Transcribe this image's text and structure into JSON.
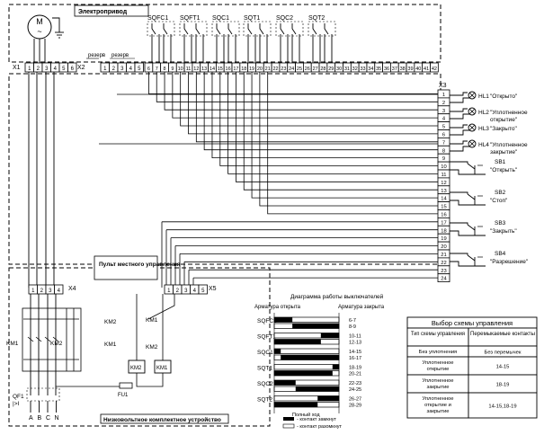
{
  "sections": {
    "drive": "Электропривод",
    "local_panel": "Пульт местного управления",
    "lv_device": "Низковольтное комплектное устройство"
  },
  "motor": {
    "label": "M",
    "symbol": "~"
  },
  "reserve_labels": [
    "резерв",
    "резерв"
  ],
  "terminals": {
    "x1": {
      "label": "X1",
      "nums": [
        "1",
        "2",
        "3",
        "4",
        "5",
        "6"
      ]
    },
    "x2": {
      "label": "X2",
      "nums": [
        "1",
        "2",
        "3",
        "4",
        "5"
      ]
    },
    "x3_strip": [
      "6",
      "7",
      "8",
      "9",
      "10",
      "11",
      "12",
      "13",
      "14",
      "15",
      "16",
      "17",
      "18",
      "19",
      "20",
      "21",
      "22",
      "23",
      "24",
      "25",
      "26",
      "27",
      "28",
      "29",
      "30",
      "31",
      "32",
      "33",
      "34",
      "35",
      "36",
      "37",
      "38",
      "39",
      "40",
      "41",
      "42"
    ],
    "x3": {
      "label": "X3",
      "nums": [
        "1",
        "2",
        "3",
        "4",
        "5",
        "6",
        "7",
        "8",
        "9",
        "10",
        "11",
        "12",
        "13",
        "14",
        "15",
        "16",
        "17",
        "18",
        "19",
        "20",
        "21",
        "22",
        "23",
        "24"
      ]
    },
    "x4": {
      "label": "X4",
      "nums": [
        "1",
        "2",
        "3",
        "4"
      ]
    },
    "x5": {
      "label": "X5",
      "nums": [
        "1",
        "2",
        "3",
        "4",
        "5"
      ]
    }
  },
  "switches": [
    "SQFC1",
    "SQFT1",
    "SQC1",
    "SQT1",
    "SQC2",
    "SQT2"
  ],
  "lamps": [
    {
      "code": "HL1",
      "text": [
        "\"Открыто\""
      ]
    },
    {
      "code": "HL2",
      "text": [
        "\"Уплотненное",
        "открытие\""
      ]
    },
    {
      "code": "HL3",
      "text": [
        "\"Закрыто\""
      ]
    },
    {
      "code": "HL4",
      "text": [
        "\"Уплотненное",
        "закрытие\""
      ]
    }
  ],
  "buttons": [
    {
      "code": "SB1",
      "text": "\"Открыть\""
    },
    {
      "code": "SB2",
      "text": "\"Стоп\""
    },
    {
      "code": "SB3",
      "text": "\"Закрыть\""
    },
    {
      "code": "SB4",
      "text": "\"Разрешение\""
    }
  ],
  "lv": {
    "km": [
      "KM1",
      "KM2",
      "KM2",
      "KM1",
      "KM1",
      "KM2",
      "KM2",
      "KM1"
    ],
    "fuse": "FU1",
    "breaker": [
      "QF1",
      "|>I"
    ],
    "phases": [
      "A",
      "B",
      "C",
      "N"
    ]
  },
  "switch_diagram": {
    "title": "Диаграмма работы выключателей",
    "open_end": "Арматура открыта",
    "close_end": "Арматура закрыта",
    "travel": "Полный ход",
    "rows": [
      {
        "name": "SQFC1",
        "contacts": [
          {
            "pins": "6-7",
            "segs": [
              [
                0,
                0.28
              ]
            ]
          },
          {
            "pins": "8-9",
            "segs": [
              [
                0.28,
                1.0
              ]
            ]
          }
        ]
      },
      {
        "name": "SQFT1",
        "contacts": [
          {
            "pins": "10-11",
            "segs": [
              [
                0.72,
                1.0
              ]
            ]
          },
          {
            "pins": "12-13",
            "segs": [
              [
                0,
                0.72
              ]
            ]
          }
        ]
      },
      {
        "name": "SQC1",
        "contacts": [
          {
            "pins": "14-15",
            "segs": [
              [
                0,
                0.1
              ]
            ]
          },
          {
            "pins": "16-17",
            "segs": [
              [
                0.1,
                1.0
              ]
            ]
          }
        ]
      },
      {
        "name": "SQT1",
        "contacts": [
          {
            "pins": "18-19",
            "segs": [
              [
                0.9,
                1.0
              ]
            ]
          },
          {
            "pins": "20-21",
            "segs": [
              [
                0,
                0.9
              ]
            ]
          }
        ]
      },
      {
        "name": "SQC2",
        "contacts": [
          {
            "pins": "22-23",
            "segs": [
              [
                0,
                0.33
              ]
            ]
          },
          {
            "pins": "24-25",
            "segs": [
              [
                0.33,
                1.0
              ]
            ]
          }
        ]
      },
      {
        "name": "SQT2",
        "contacts": [
          {
            "pins": "26-27",
            "segs": [
              [
                0.67,
                1.0
              ]
            ]
          },
          {
            "pins": "28-29",
            "segs": [
              [
                0,
                0.67
              ]
            ]
          }
        ]
      }
    ],
    "legend": [
      "- контакт замкнут",
      "- контакт разомкнут"
    ]
  },
  "mode_table": {
    "title": "Выбор схемы управления",
    "headers": [
      "Тип схемы управления",
      "Перемыкаемые контакты"
    ],
    "rows": [
      {
        "type": [
          "Без уплотнения"
        ],
        "contacts": "Без перемычек"
      },
      {
        "type": [
          "Уплотненное",
          "открытие"
        ],
        "contacts": "14-15"
      },
      {
        "type": [
          "Уплотненное",
          "закрытие"
        ],
        "contacts": "18-19"
      },
      {
        "type": [
          "Уплотненное",
          "открытие и",
          "закрытие"
        ],
        "contacts": "14-15,18-19"
      }
    ]
  }
}
